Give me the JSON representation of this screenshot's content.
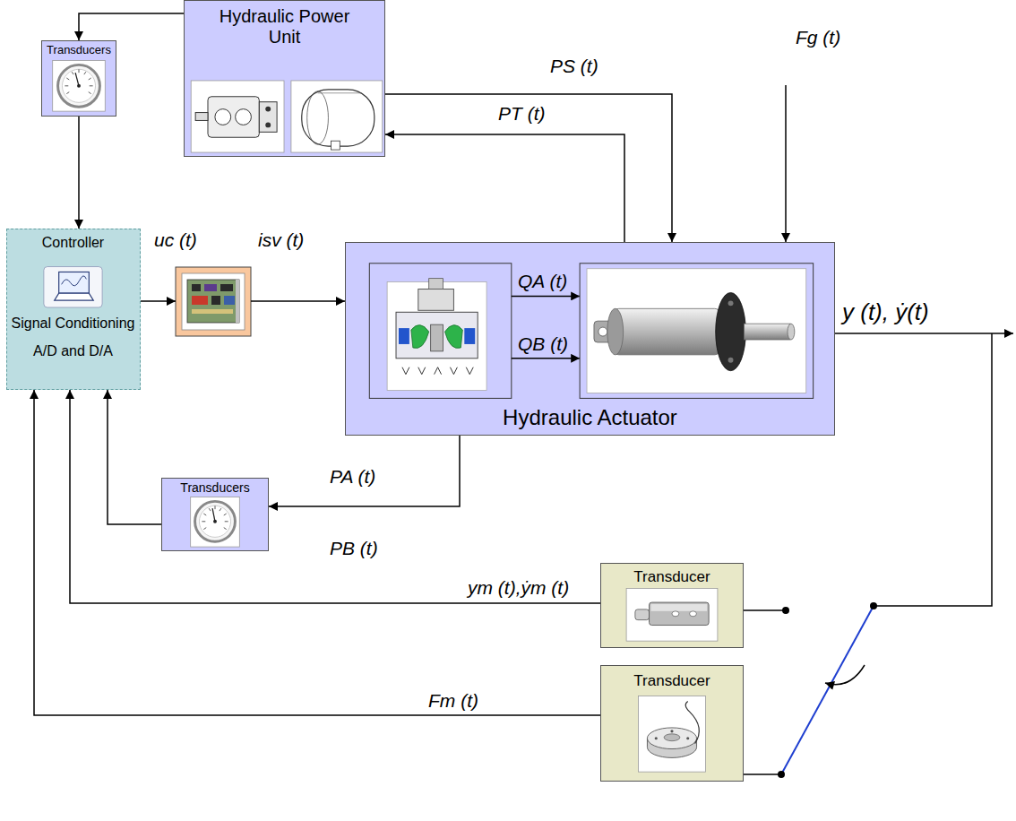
{
  "diagram": {
    "nodes": [
      {
        "text": [
          "Hydraulic Power Unit"
        ]
      },
      {
        "text": [
          "Transducers"
        ]
      },
      {
        "text": [
          "Controller",
          "Signal Conditioning",
          "A/D and D/A"
        ]
      },
      {
        "text": [
          "Hydraulic Actuator"
        ]
      },
      {
        "text": [
          "Transducers"
        ]
      },
      {
        "text": [
          "Transducer"
        ]
      },
      {
        "text": [
          "Transducer"
        ]
      }
    ],
    "edges": [
      {
        "from": 0,
        "to": 1,
        "arrow": "to"
      },
      {
        "from": 1,
        "to": 2,
        "arrow": "to"
      },
      {
        "from": 0,
        "to": 3,
        "arrow": "to",
        "label": "PS (t)"
      },
      {
        "from": 3,
        "to": 0,
        "arrow": "to",
        "label": "PT (t)"
      },
      {
        "from": 3,
        "to": 4,
        "arrow": "to"
      },
      {
        "from": 4,
        "to": 2,
        "arrow": "to"
      },
      {
        "from": 5,
        "to": 2,
        "arrow": "to",
        "label": "ym (t),ẏm (t)"
      },
      {
        "from": 6,
        "to": 2,
        "arrow": "to",
        "label": "Fm (t)"
      }
    ],
    "labels": [
      "Fg (t)",
      "uc (t)",
      "isv (t)",
      "QA (t)",
      "QB (t)",
      "y (t), ẏ(t)",
      "PA (t)",
      "PB (t)"
    ]
  }
}
